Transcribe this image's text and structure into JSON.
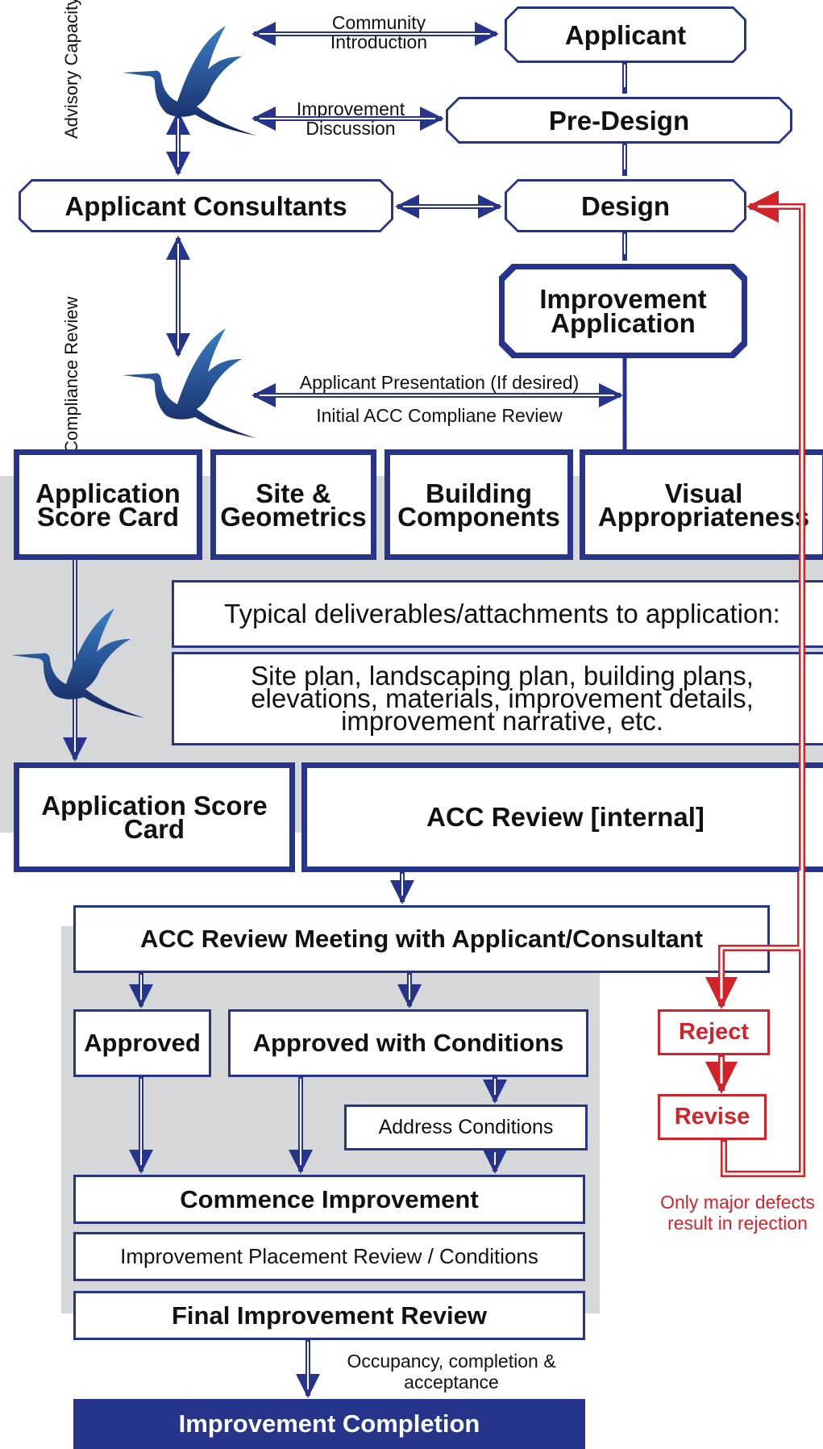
{
  "nodes": {
    "applicant": "Applicant",
    "pre_design": "Pre-Design",
    "design": "Design",
    "applicant_consultants": "Applicant Consultants",
    "improvement_application": "Improvement Application",
    "application_score_card_top": "Application Score Card",
    "site_geometrics": "Site & Geometrics",
    "building_components": "Building Components",
    "visual_appropriateness": "Visual Appropriateness",
    "deliverables_title": "Typical deliverables/attachments to application:",
    "deliverables_list": "Site plan, landscaping plan, building plans, elevations, materials, improvement details, improvement narrative, etc.",
    "application_score_card_bottom": "Application Score Card",
    "acc_review_internal": "ACC Review [internal]",
    "acc_review_meeting": "ACC Review Meeting with Applicant/Consultant",
    "approved": "Approved",
    "approved_with_conditions": "Approved with Conditions",
    "address_conditions": "Address Conditions",
    "commence_improvement": "Commence Improvement",
    "placement_review": "Improvement Placement Review / Conditions",
    "final_review": "Final Improvement Review",
    "completion": "Improvement Completion",
    "reject": "Reject",
    "revise": "Revise"
  },
  "edge_labels": {
    "community_introduction": "Community Introduction",
    "improvement_discussion": "Improvement Discussion",
    "applicant_presentation": "Applicant Presentation (If desired)",
    "initial_compliance_review": "Initial ACC Compliane Review",
    "occupancy": "Occupancy, completion & acceptance"
  },
  "side_labels": {
    "advisory_capacity": "Advisory Capacity",
    "compliance_review": "Compliance Review"
  },
  "notes": {
    "rejection_note": "Only major defects result in rejection"
  },
  "icons": {
    "heron": "heron-logo-icon"
  },
  "colors": {
    "navy": "#27348b",
    "red": "#d2232a",
    "gray_panel": "#d6d7d9"
  }
}
